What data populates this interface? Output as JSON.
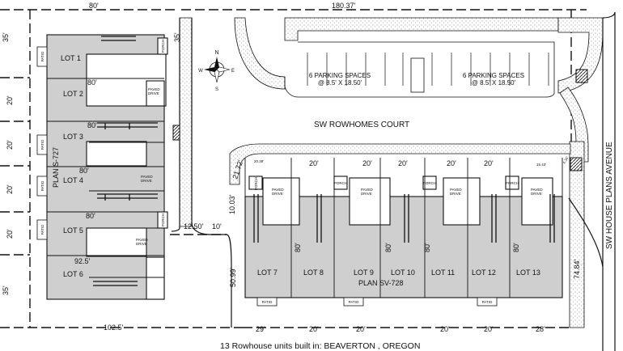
{
  "street_name": "SW ROWHOMES COURT",
  "avenue_name": "SW HOUSE PLANS AVENUE",
  "parking_left": [
    "6 PARKING SPACES",
    "@ 8.5' X 18.50'"
  ],
  "parking_right": [
    "6 PARKING SPACES",
    "@ 8.5' X 18.50'"
  ],
  "plan_left": "PLAN S-727",
  "plan_right": "PLAN SV-728",
  "caption": "13 Rowhouse units built in: BEAVERTON , OREGON",
  "lots_left": [
    "LOT 1",
    "LOT 2",
    "LOT 3",
    "LOT 4",
    "LOT 5",
    "LOT 6"
  ],
  "lots_right": [
    "LOT 7",
    "LOT 8",
    "LOT 9",
    "LOT 10",
    "LOT 11",
    "LOT 12",
    "LOT 13"
  ],
  "labels": {
    "porch": "PORCH",
    "patio": "PATIO",
    "paved_drive": [
      "PAVED",
      "DRIVE"
    ]
  },
  "compass": {
    "n": "N",
    "s": "S",
    "e": "E",
    "w": "W"
  },
  "dimensions": {
    "top_left": "80'",
    "top_right": "180.37'",
    "side_35_top": "35'",
    "side_35_mid": "35'",
    "side_35_bottom": "35'",
    "side_20": [
      "20'",
      "20'",
      "20'",
      "20'"
    ],
    "lot_80": [
      "80'",
      "80'",
      "80'",
      "80'"
    ],
    "lot6_92": "92.5'",
    "drive_1250": "12.50'",
    "drive_10": "10'",
    "drive_1003": "10.03'",
    "drive_2172": "21.72'",
    "drive_5099": "50.99'",
    "right_7484": "74.84'",
    "right_1543": "15.43'",
    "right_2039": "20.39'",
    "right_lot_80": [
      "80'",
      "80'",
      "80'",
      "80'"
    ],
    "front_20": [
      "20'",
      "20'",
      "20'",
      "20'",
      "20'"
    ],
    "bottom_1025": "102.5'",
    "bottom_29": "29'",
    "bottom_20": [
      "20'",
      "20'",
      "20'",
      "20'"
    ],
    "bottom_28": "28'",
    "small_434": "4.34'"
  }
}
